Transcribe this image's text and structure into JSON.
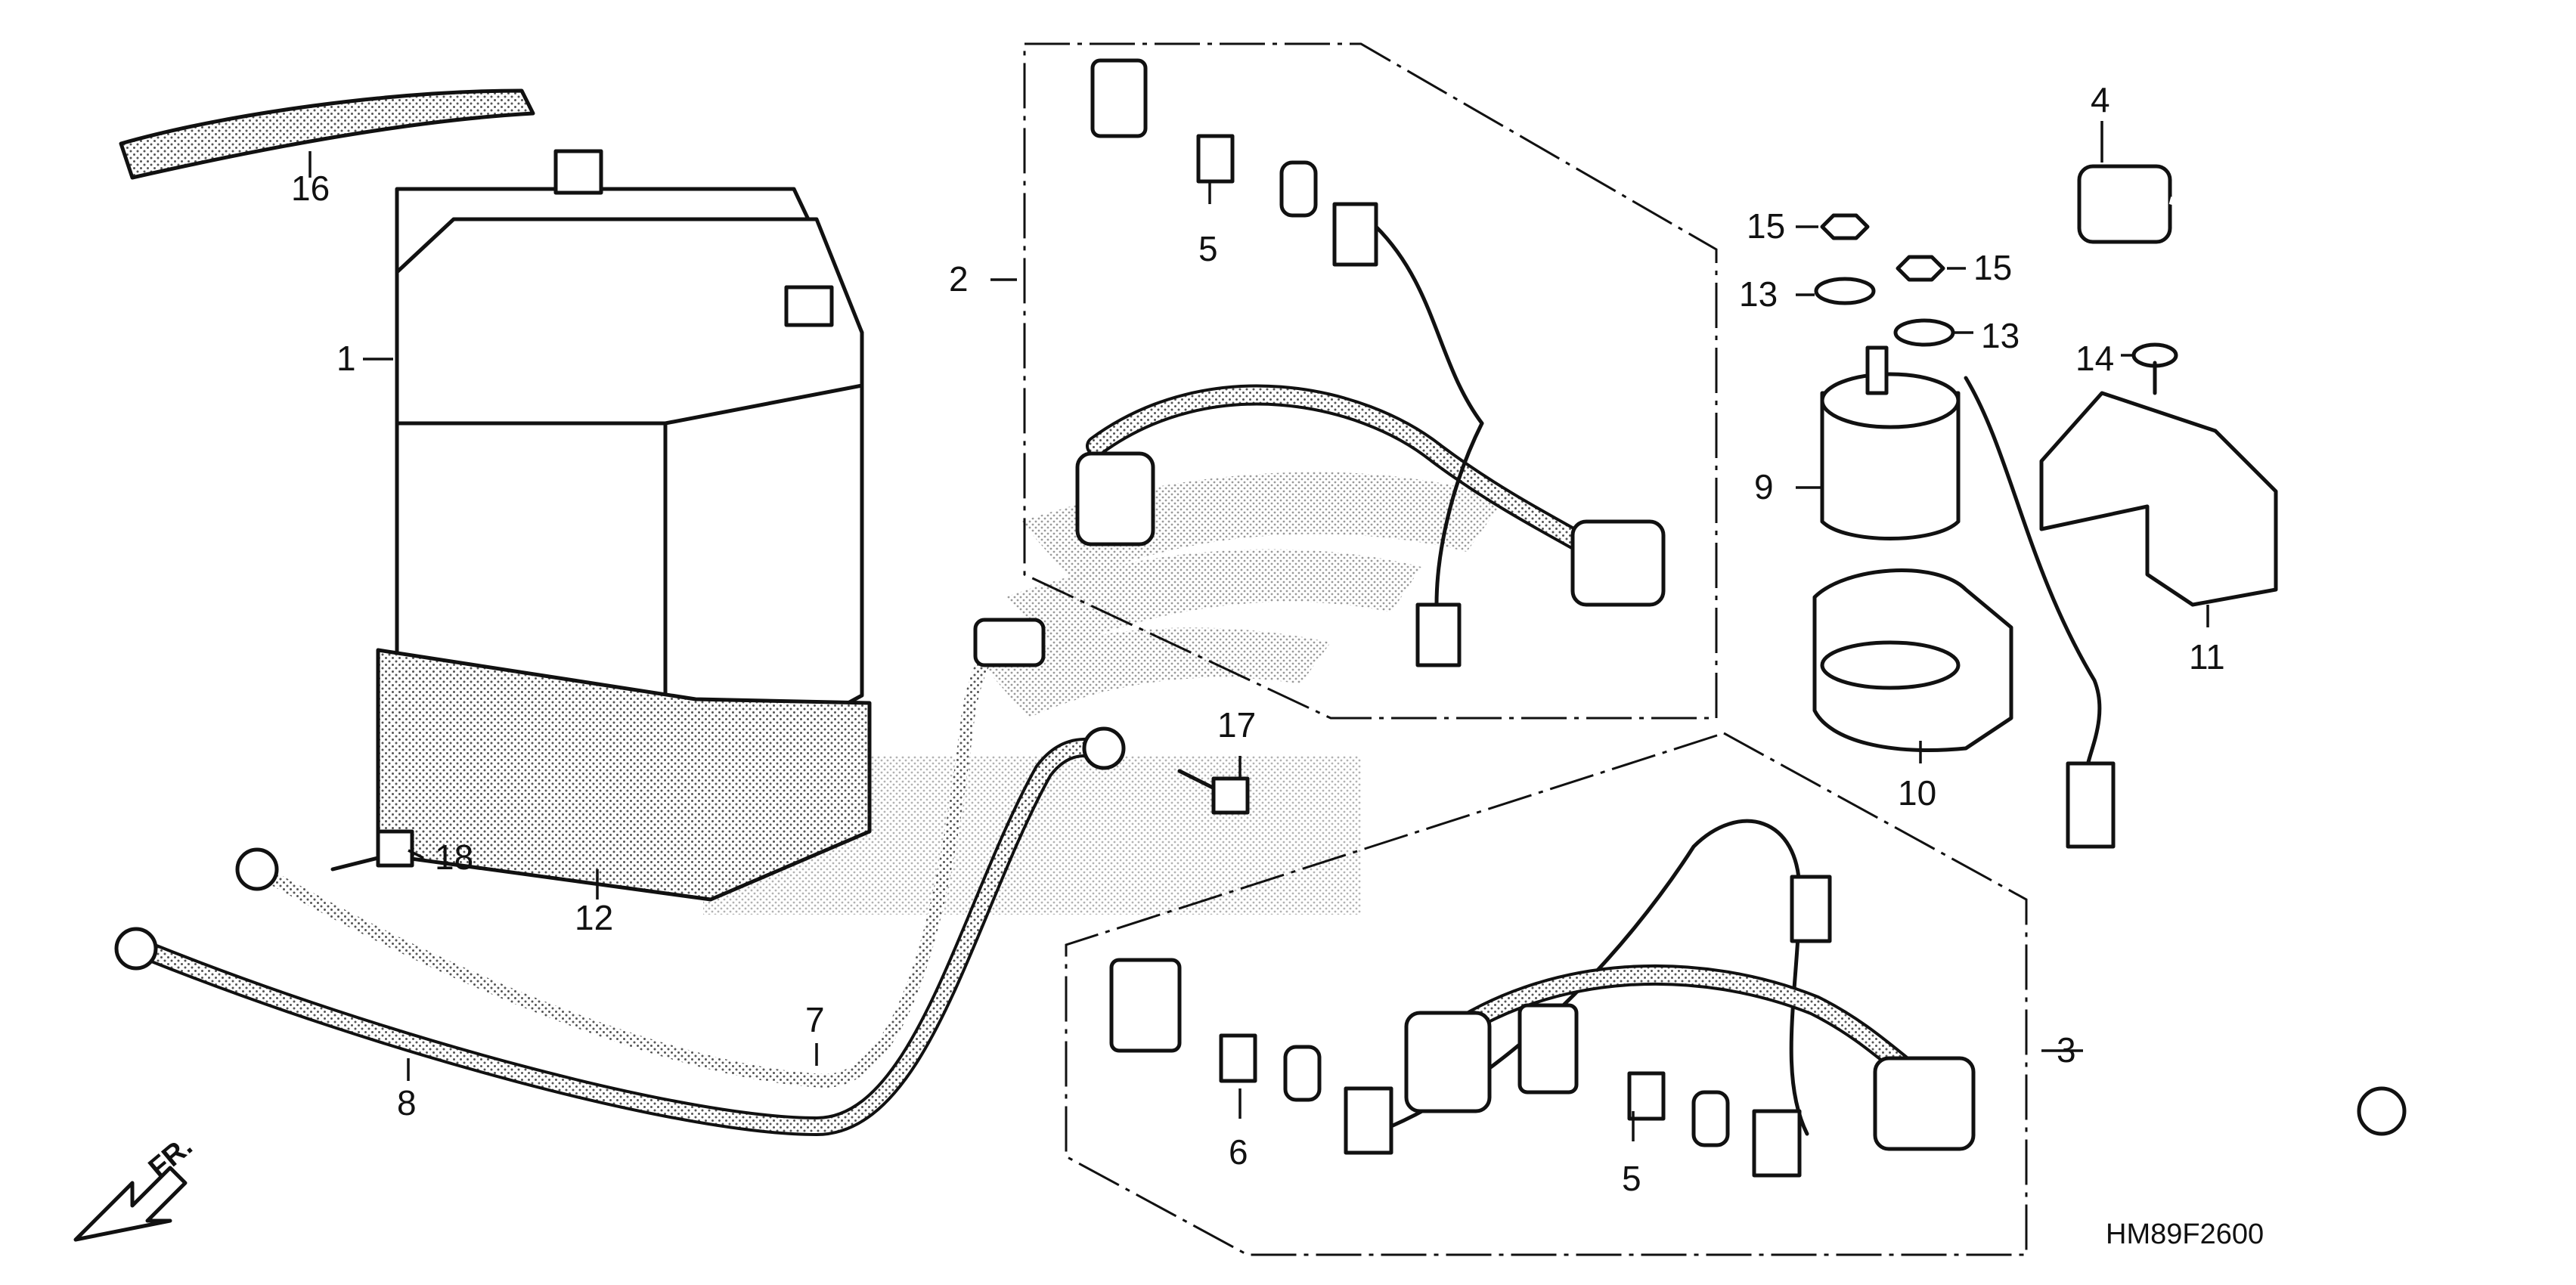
{
  "diagram_code": "HM89F2600",
  "direction_label": "FR.",
  "callouts": [
    "1",
    "2",
    "3",
    "4",
    "5",
    "5",
    "6",
    "7",
    "8",
    "9",
    "10",
    "11",
    "12",
    "13",
    "13",
    "14",
    "15",
    "15",
    "16",
    "17",
    "18"
  ]
}
